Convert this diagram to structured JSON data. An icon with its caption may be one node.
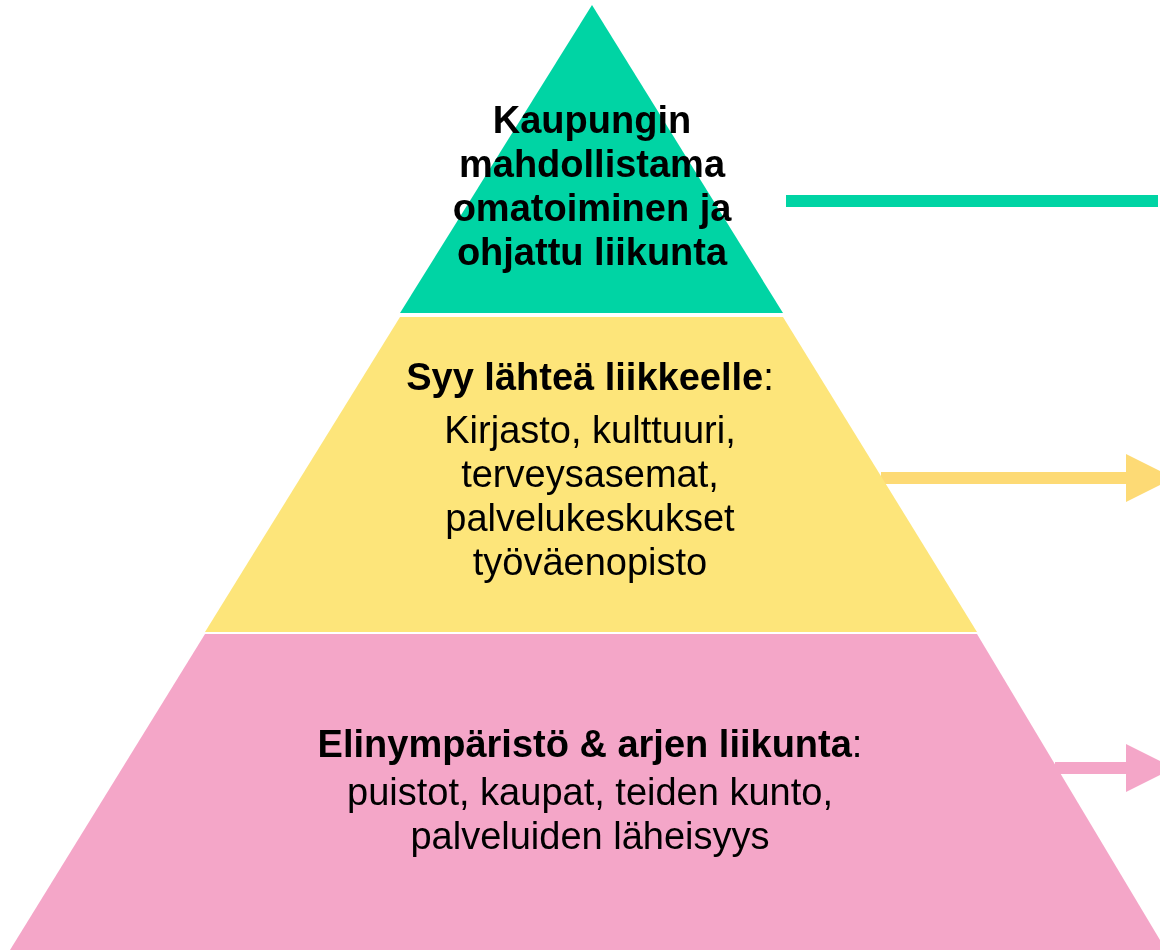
{
  "diagram": {
    "nodes": [
      {
        "text": [
          "Kaupungin mahdollistama omatoiminen ja ohjattu liikunta"
        ]
      },
      {
        "text": [
          "**Syy lähteä liikkeelle**:",
          "Kirjasto, kulttuuri, terveysasemat, palvelukeskukset työväenopisto"
        ]
      },
      {
        "text": [
          "**Elinympäristö & arjen liikunta**:",
          "puistot, kaupat, teiden kunto, palveluiden läheisyys"
        ]
      }
    ],
    "edges": [
      {
        "from": 0,
        "to": null,
        "arrow": "none",
        "color": "#00d4a4"
      },
      {
        "from": 1,
        "to": null,
        "arrow": "to",
        "color": "#fdda75"
      },
      {
        "from": 2,
        "to": null,
        "arrow": "to",
        "color": "#f4a6c8"
      }
    ]
  }
}
